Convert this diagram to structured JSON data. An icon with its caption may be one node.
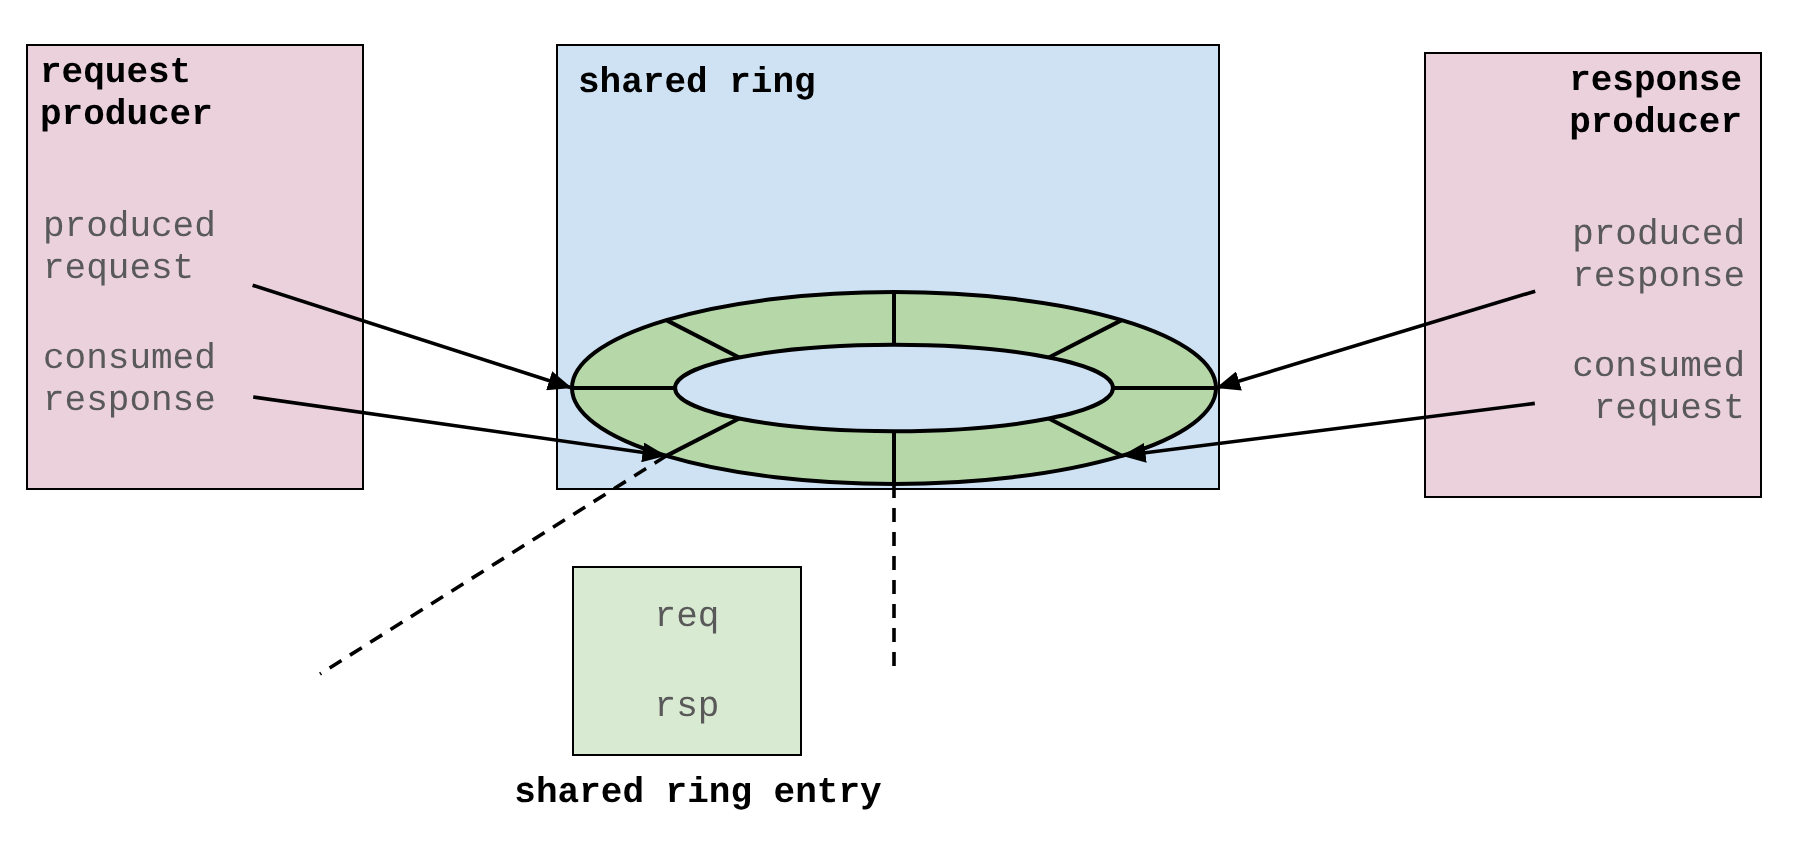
{
  "diagram": {
    "nodes": [
      {
        "text": [
          "request producer"
        ]
      },
      {
        "text": [
          "produced request"
        ],
        "in": 0
      },
      {
        "text": [
          "consumed response"
        ],
        "in": 0
      },
      {
        "text": [
          "shared ring"
        ]
      },
      {
        "text": [],
        "shape": "ring",
        "in": 3
      },
      {
        "text": [
          "response producer"
        ]
      },
      {
        "text": [
          "produced response"
        ],
        "in": 5
      },
      {
        "text": [
          "consumed request"
        ],
        "in": 5
      },
      {
        "text": [
          "req",
          "rsp"
        ],
        "beside": [
          "shared ring entry"
        ]
      }
    ],
    "edges": [
      {
        "from": 1,
        "to": 4,
        "arrow": "to"
      },
      {
        "from": 2,
        "to": 4,
        "arrow": "to"
      },
      {
        "from": 6,
        "to": 4,
        "arrow": "to"
      },
      {
        "from": 7,
        "to": 4,
        "arrow": "to"
      },
      {
        "from": 4,
        "to": null,
        "arrow": "none",
        "style": "dashed"
      },
      {
        "from": 4,
        "to": null,
        "arrow": "none",
        "style": "dashed"
      }
    ]
  }
}
